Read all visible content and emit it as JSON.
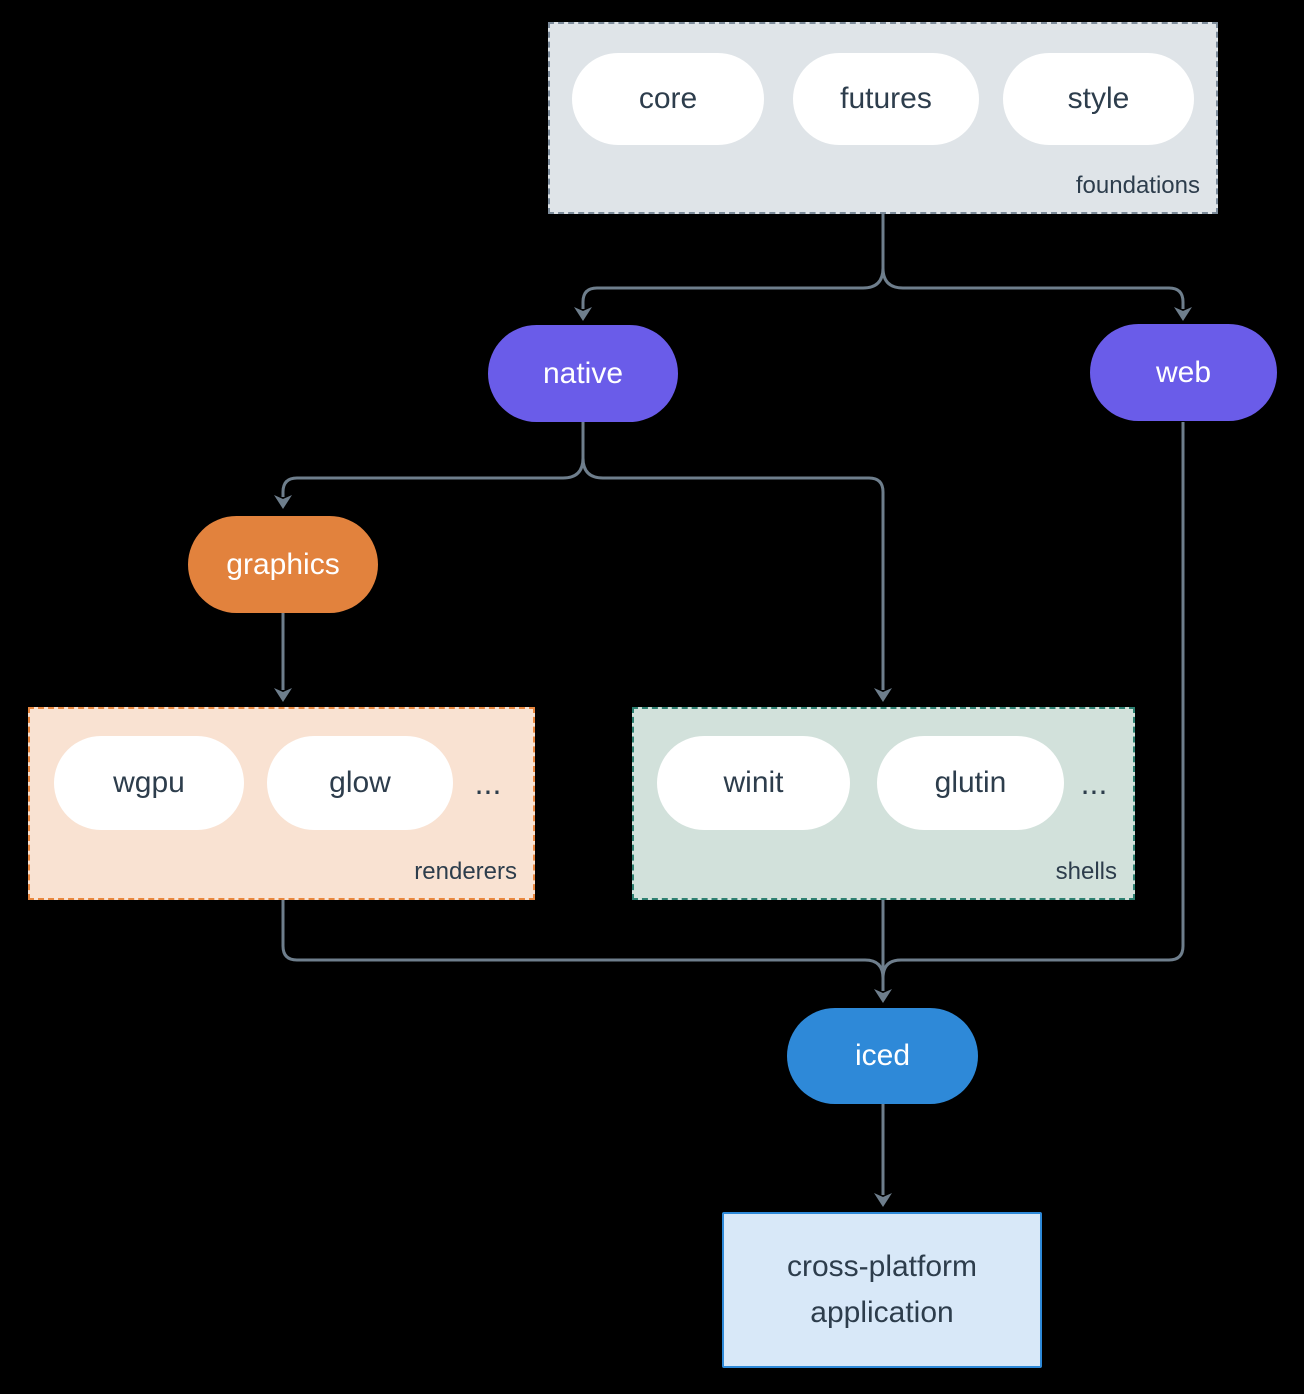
{
  "colors": {
    "bg": "#000000",
    "line": "#6e7e8c",
    "text-dark": "#2d3d4c",
    "pill-white": "#ffffff",
    "node-purple": "#6a5ce9",
    "node-orange": "#e2823d",
    "node-blue": "#2e89d8",
    "foundations-fill": "#dfe4e8",
    "foundations-border": "#7d8c9b",
    "renderers-fill": "#f9e2d2",
    "renderers-border": "#e8873f",
    "shells-fill": "#d2e1db",
    "shells-border": "#2e8071",
    "app-fill": "#d8e8f8",
    "app-border": "#2e89d8"
  },
  "diagram": {
    "foundations": {
      "label": "foundations",
      "pills": [
        "core",
        "futures",
        "style"
      ]
    },
    "native": {
      "label": "native"
    },
    "web": {
      "label": "web"
    },
    "graphics": {
      "label": "graphics"
    },
    "renderers": {
      "label": "renderers",
      "pills": [
        "wgpu",
        "glow"
      ],
      "ellipsis": "..."
    },
    "shells": {
      "label": "shells",
      "pills": [
        "winit",
        "glutin"
      ],
      "ellipsis": "..."
    },
    "iced": {
      "label": "iced"
    },
    "application": {
      "label": "cross-platform application"
    }
  }
}
